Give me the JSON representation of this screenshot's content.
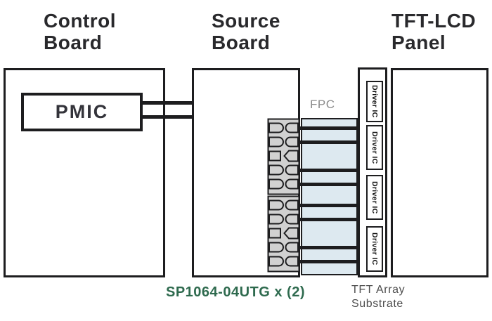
{
  "diagram": {
    "headings": {
      "control": {
        "line1": "Control",
        "line2": "Board"
      },
      "source": {
        "line1": "Source",
        "line2": "Board"
      },
      "panel": {
        "line1": "TFT-LCD",
        "line2": "Panel"
      }
    },
    "labels": {
      "pmic": "PMIC",
      "fpc": "FPC",
      "part_number": "SP1064-04UTG x (2)",
      "substrate_line1": "TFT Array",
      "substrate_line2": "Substrate"
    },
    "panel": {
      "driver_ics": [
        "Driver IC",
        "Driver IC",
        "Driver IC",
        "Driver IC"
      ]
    },
    "colors": {
      "ink": "#1d1d1f",
      "heading_text": "#29292c",
      "part_number_green": "#2e6a4e",
      "fpc_ribbon_blue": "#dde9f0",
      "connector_gray": "#d1d1d1",
      "fpc_label_gray": "#8b8b8b",
      "substrate_label_gray": "#4e4e4e"
    }
  }
}
